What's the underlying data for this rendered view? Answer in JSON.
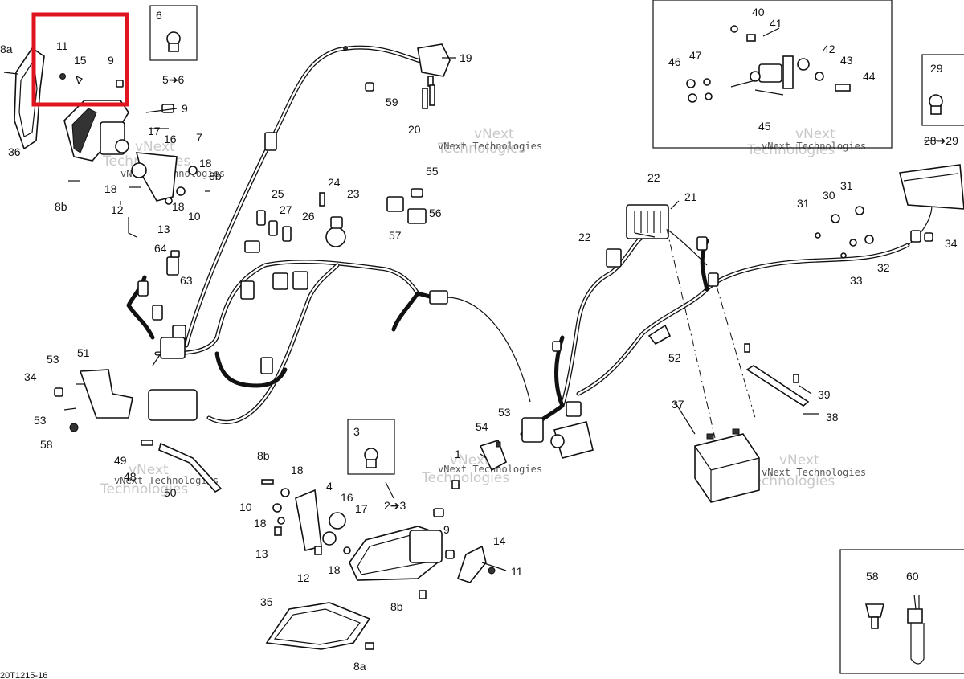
{
  "diagram_code": "20T1215-16",
  "watermark": {
    "line1": "vNext",
    "line2": "Technologies",
    "caption": "vNext Technologies"
  },
  "highlight_color": "#e0141e",
  "callouts": [
    {
      "id": "c-8a-top",
      "text": "8a"
    },
    {
      "id": "c-11-top",
      "text": "11"
    },
    {
      "id": "c-15",
      "text": "15"
    },
    {
      "id": "c-9-top",
      "text": "9"
    },
    {
      "id": "c-5to6",
      "text": "5➔6"
    },
    {
      "id": "c-6",
      "text": "6"
    },
    {
      "id": "c-9-mid",
      "text": "9"
    },
    {
      "id": "c-17-top",
      "text": "17"
    },
    {
      "id": "c-16-top",
      "text": "16"
    },
    {
      "id": "c-7",
      "text": "7"
    },
    {
      "id": "c-18-a",
      "text": "18"
    },
    {
      "id": "c-8b-a",
      "text": "8b"
    },
    {
      "id": "c-36",
      "text": "36"
    },
    {
      "id": "c-18-b",
      "text": "18"
    },
    {
      "id": "c-8b-b",
      "text": "8b"
    },
    {
      "id": "c-12-top",
      "text": "12"
    },
    {
      "id": "c-18-c",
      "text": "18"
    },
    {
      "id": "c-10-top",
      "text": "10"
    },
    {
      "id": "c-13-top",
      "text": "13"
    },
    {
      "id": "c-19",
      "text": "19"
    },
    {
      "id": "c-59",
      "text": "59"
    },
    {
      "id": "c-20",
      "text": "20"
    },
    {
      "id": "c-40",
      "text": "40"
    },
    {
      "id": "c-41",
      "text": "41"
    },
    {
      "id": "c-46",
      "text": "46"
    },
    {
      "id": "c-47",
      "text": "47"
    },
    {
      "id": "c-42",
      "text": "42"
    },
    {
      "id": "c-43",
      "text": "43"
    },
    {
      "id": "c-44",
      "text": "44"
    },
    {
      "id": "c-45",
      "text": "45"
    },
    {
      "id": "c-29-top",
      "text": "29"
    },
    {
      "id": "c-28to29",
      "text": "28➔29"
    },
    {
      "id": "c-55",
      "text": "55"
    },
    {
      "id": "c-56",
      "text": "56"
    },
    {
      "id": "c-57",
      "text": "57"
    },
    {
      "id": "c-24",
      "text": "24"
    },
    {
      "id": "c-23",
      "text": "23"
    },
    {
      "id": "c-25",
      "text": "25"
    },
    {
      "id": "c-27",
      "text": "27"
    },
    {
      "id": "c-26",
      "text": "26"
    },
    {
      "id": "c-64",
      "text": "64"
    },
    {
      "id": "c-63",
      "text": "63"
    },
    {
      "id": "c-22-a",
      "text": "22"
    },
    {
      "id": "c-21",
      "text": "21"
    },
    {
      "id": "c-22-b",
      "text": "22"
    },
    {
      "id": "c-31-a",
      "text": "31"
    },
    {
      "id": "c-30",
      "text": "30"
    },
    {
      "id": "c-31-b",
      "text": "31"
    },
    {
      "id": "c-34-right",
      "text": "34"
    },
    {
      "id": "c-32",
      "text": "32"
    },
    {
      "id": "c-33",
      "text": "33"
    },
    {
      "id": "c-53-a",
      "text": "53"
    },
    {
      "id": "c-51",
      "text": "51"
    },
    {
      "id": "c-34-left",
      "text": "34"
    },
    {
      "id": "c-53-b",
      "text": "53"
    },
    {
      "id": "c-58-left",
      "text": "58"
    },
    {
      "id": "c-49",
      "text": "49"
    },
    {
      "id": "c-48",
      "text": "48"
    },
    {
      "id": "c-50",
      "text": "50"
    },
    {
      "id": "c-52",
      "text": "52"
    },
    {
      "id": "c-39",
      "text": "39"
    },
    {
      "id": "c-38",
      "text": "38"
    },
    {
      "id": "c-37",
      "text": "37"
    },
    {
      "id": "c-53-c",
      "text": "53"
    },
    {
      "id": "c-54",
      "text": "54"
    },
    {
      "id": "c-1",
      "text": "1"
    },
    {
      "id": "c-3",
      "text": "3"
    },
    {
      "id": "c-8b-c",
      "text": "8b"
    },
    {
      "id": "c-18-d",
      "text": "18"
    },
    {
      "id": "c-4",
      "text": "4"
    },
    {
      "id": "c-10-bot",
      "text": "10"
    },
    {
      "id": "c-16-bot",
      "text": "16"
    },
    {
      "id": "c-17-bot",
      "text": "17"
    },
    {
      "id": "c-2to3",
      "text": "2➔3"
    },
    {
      "id": "c-18-e",
      "text": "18"
    },
    {
      "id": "c-13-bot",
      "text": "13"
    },
    {
      "id": "c-12-bot",
      "text": "12"
    },
    {
      "id": "c-18-f",
      "text": "18"
    },
    {
      "id": "c-9-bot",
      "text": "9"
    },
    {
      "id": "c-14",
      "text": "14"
    },
    {
      "id": "c-11-bot",
      "text": "11"
    },
    {
      "id": "c-8b-d",
      "text": "8b"
    },
    {
      "id": "c-35",
      "text": "35"
    },
    {
      "id": "c-8a-bot",
      "text": "8a"
    },
    {
      "id": "c-58-right",
      "text": "58"
    },
    {
      "id": "c-60",
      "text": "60"
    }
  ]
}
